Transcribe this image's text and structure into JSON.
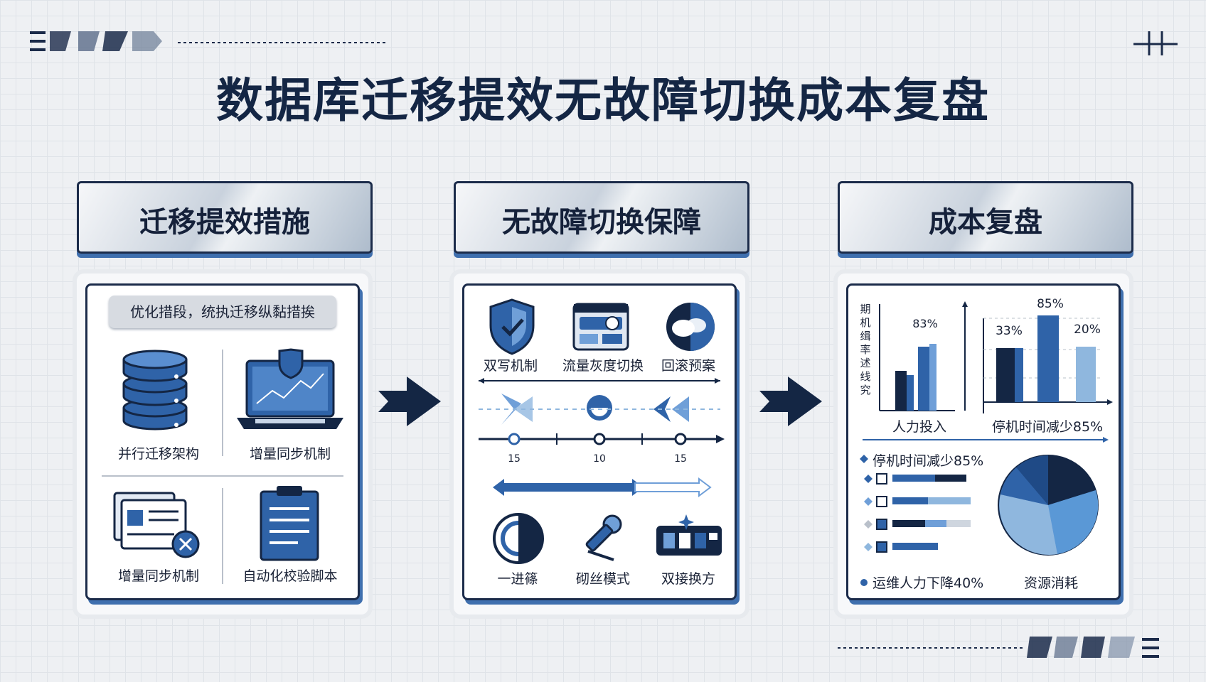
{
  "title": "数据库迁移提效无故障切换成本复盘",
  "panels": [
    {
      "heading": "迁移提效措施",
      "subtitle": "优化措段，统执迁移纵黏措挨",
      "items": [
        "并行迁移架构",
        "增量同步机制",
        "增量同步机制",
        "自动化校验脚本"
      ]
    },
    {
      "heading": "无故障切换保障",
      "items_top": [
        "双写机制",
        "流量灰度切换",
        "回滚预案"
      ],
      "timeline_ticks": [
        "15",
        "10",
        "15"
      ],
      "items_bottom": [
        "一进篠",
        "砌丝模式",
        "双接换方"
      ]
    },
    {
      "heading": "成本复盘",
      "left_chart": {
        "vertical_label": "期机缉率述线究",
        "value_label": "83%",
        "caption": "人力投入"
      },
      "right_chart": {
        "labels": [
          "33%",
          "85%",
          "20%"
        ],
        "caption": "停机时间减少85%"
      },
      "legend_head": "停机时间减少85%",
      "legend_foot": "运维人力下降40%",
      "pie_caption": "资源消耗"
    }
  ],
  "colors": {
    "navy": "#142644",
    "blue": "#3f6fae",
    "light_blue": "#8fb7de"
  }
}
